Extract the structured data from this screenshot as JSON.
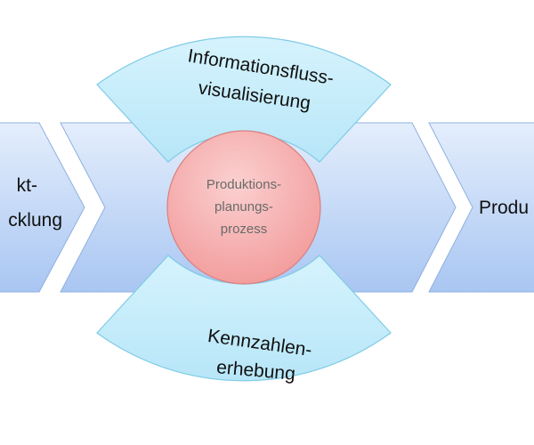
{
  "stages": {
    "left": {
      "line1": "kt-",
      "line2": "cklung"
    },
    "right": {
      "label": "Produ"
    }
  },
  "center": {
    "line1": "Produktions-",
    "line2": "planungs-",
    "line3": "prozess"
  },
  "top_arc": {
    "line1": "Informationsfluss-",
    "line2": "visualisierung"
  },
  "bottom_arc": {
    "line1": "Kennzahlen-",
    "line2": "erhebung"
  },
  "colors": {
    "chevron_top": "#dde9fa",
    "chevron_bottom": "#aec9f3",
    "chevron_stroke": "#8fb0e0",
    "arc_fill": "#c3ecfb",
    "arc_stroke": "#7fcbe6",
    "circle_fill": "#f7b3b3",
    "circle_stroke": "#d98080"
  }
}
